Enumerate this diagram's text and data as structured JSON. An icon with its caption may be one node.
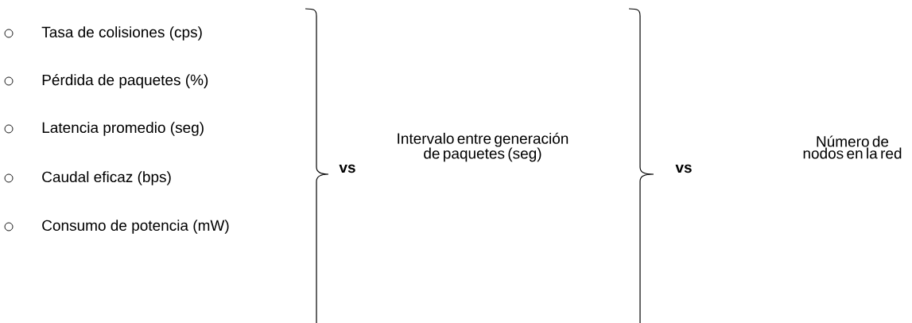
{
  "diagram": {
    "labels": [
      "Tasa de colisiones (cps)",
      "Pérdida de paquetes (%)",
      "Latencia promedio (seg)",
      "Caudal eficaz (bps)",
      "Consumo de potencia (mW)",
      "vs",
      "Intervalo entre generación de paquetes (seg)",
      "vs",
      "Número de nodos en la red"
    ]
  }
}
